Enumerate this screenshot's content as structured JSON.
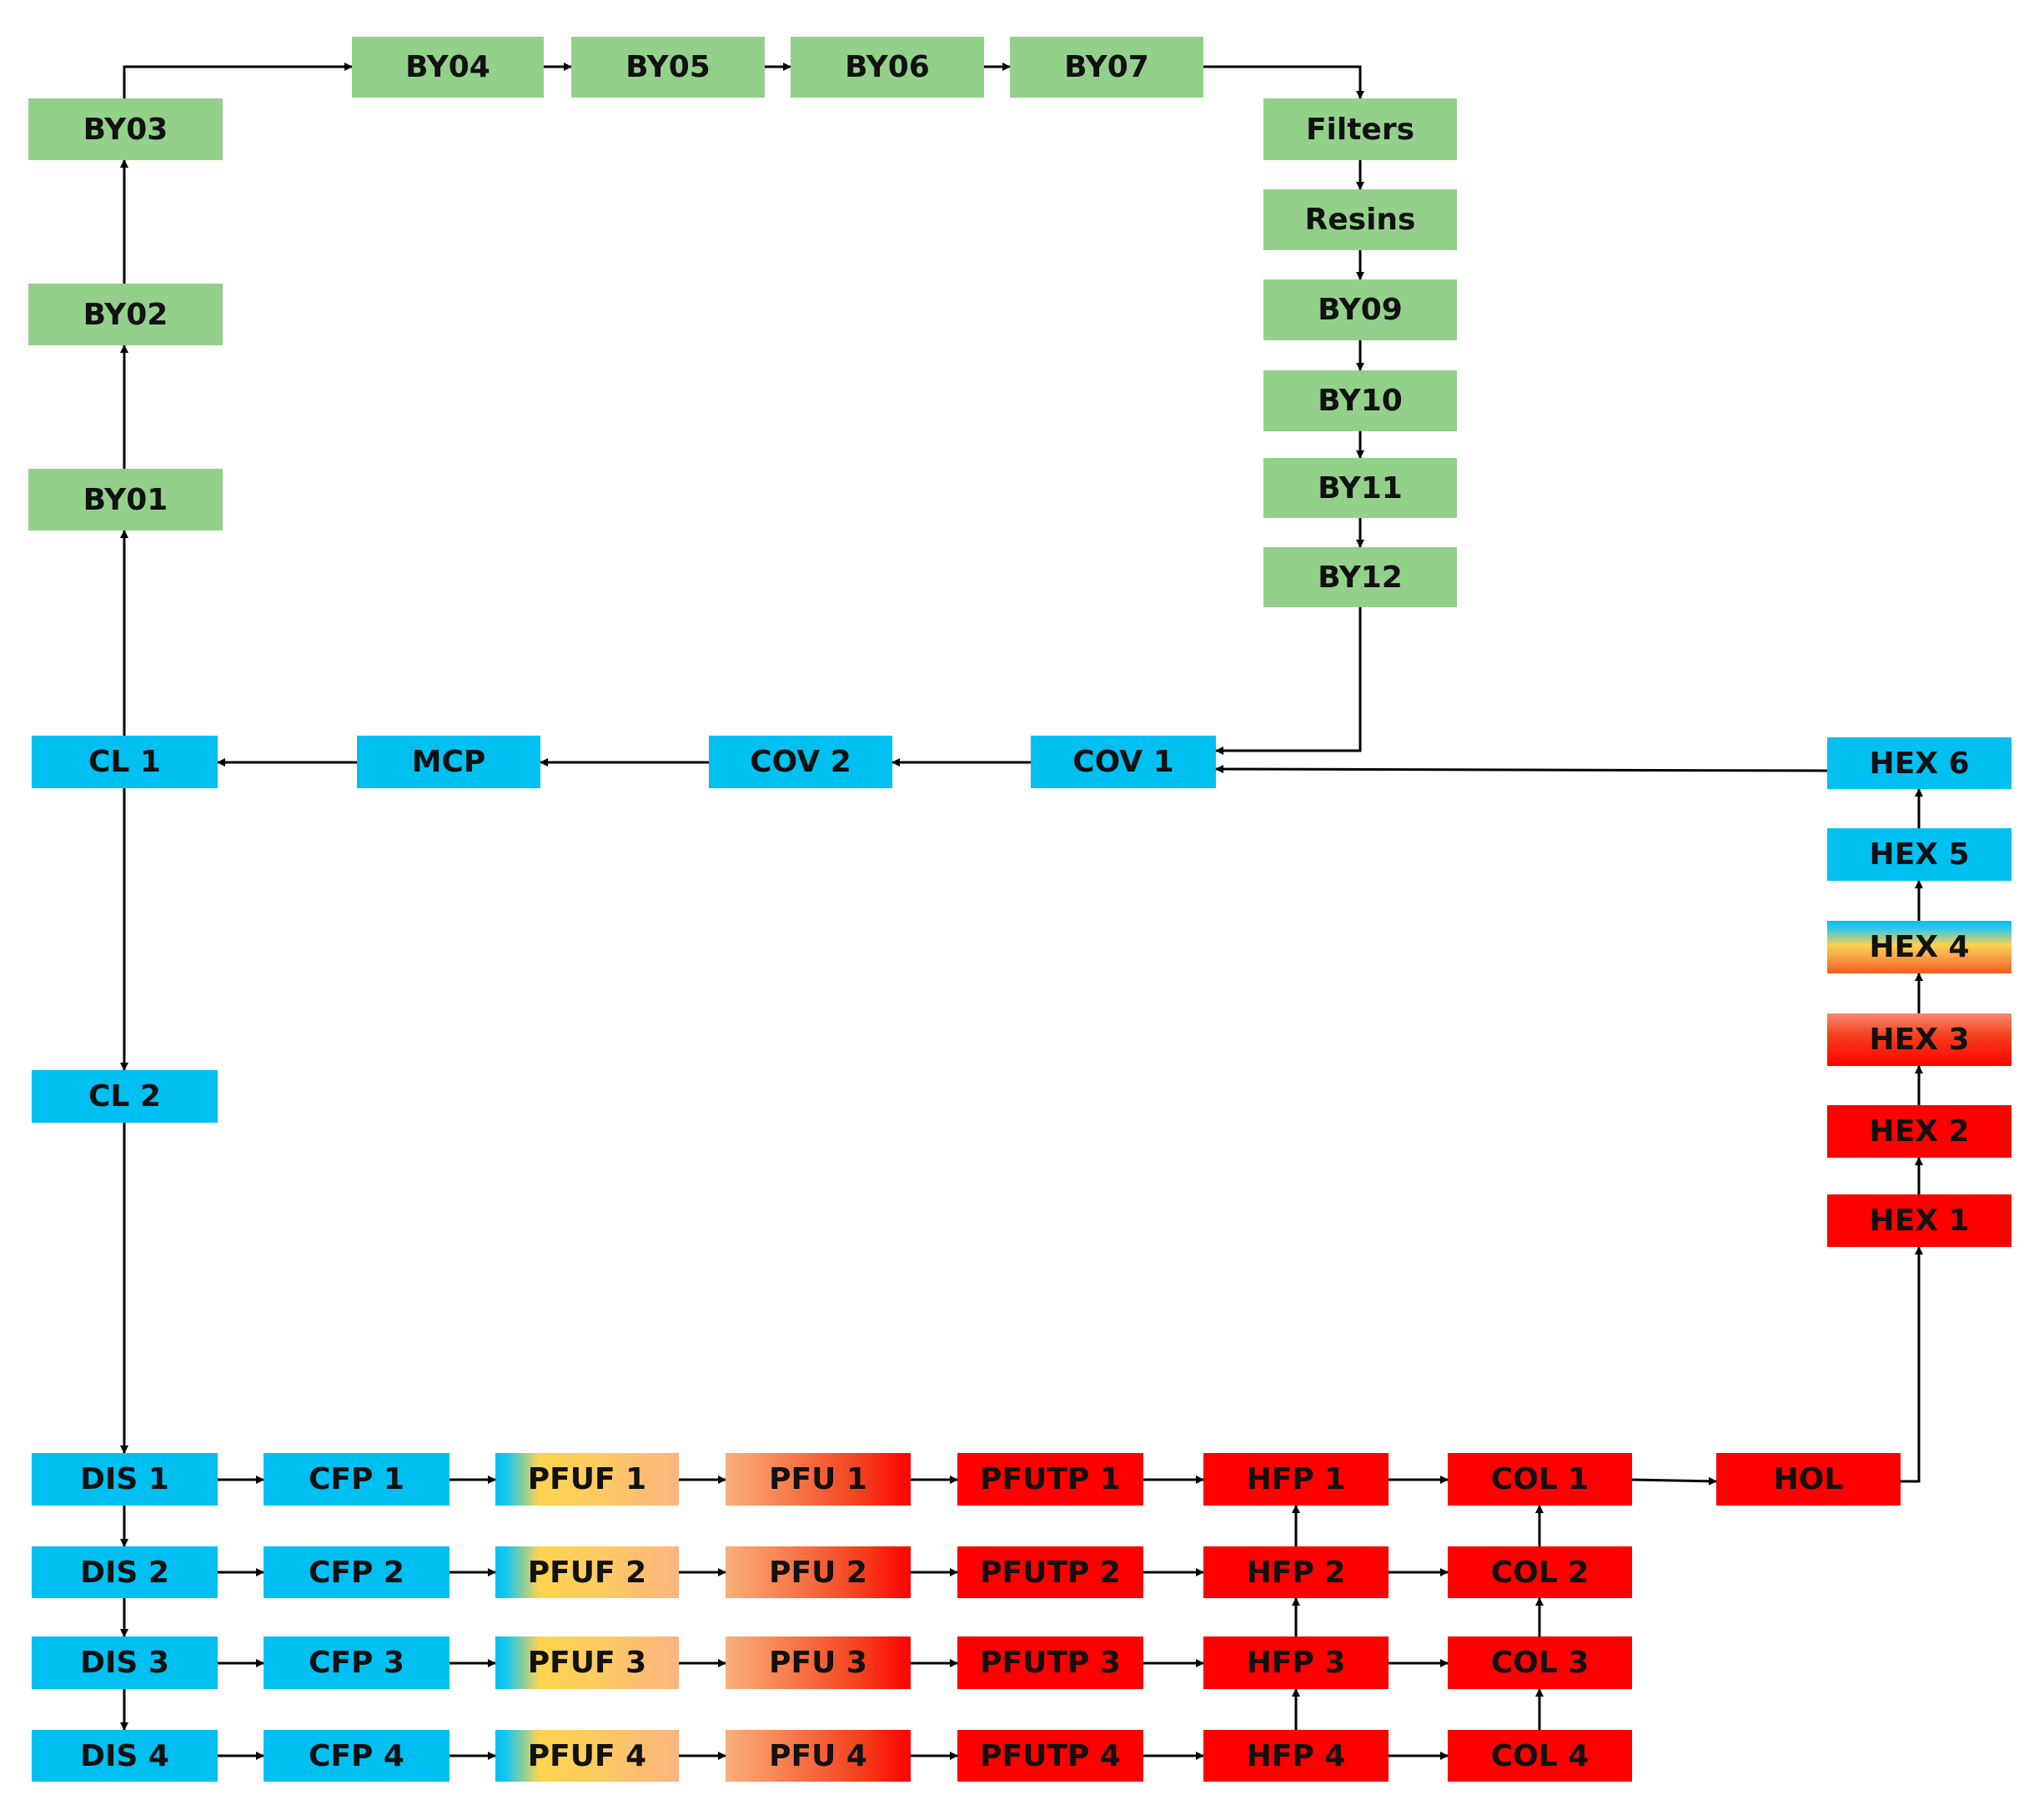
{
  "colors": {
    "green": "#93d18b",
    "blue": "#00c0f2",
    "red": "#ff0000",
    "arrow": "#000000"
  },
  "nodes": {
    "by01": "BY01",
    "by02": "BY02",
    "by03": "BY03",
    "by04": "BY04",
    "by05": "BY05",
    "by06": "BY06",
    "by07": "BY07",
    "filters": "Filters",
    "resins": "Resins",
    "by09": "BY09",
    "by10": "BY10",
    "by11": "BY11",
    "by12": "BY12",
    "cl1": "CL 1",
    "mcp": "MCP",
    "cov2": "COV 2",
    "cov1": "COV 1",
    "cl2": "CL 2",
    "hex6": "HEX 6",
    "hex5": "HEX 5",
    "hex4": "HEX 4",
    "hex3": "HEX 3",
    "hex2": "HEX 2",
    "hex1": "HEX 1",
    "dis1": "DIS 1",
    "dis2": "DIS 2",
    "dis3": "DIS 3",
    "dis4": "DIS 4",
    "cfp1": "CFP 1",
    "cfp2": "CFP 2",
    "cfp3": "CFP 3",
    "cfp4": "CFP 4",
    "pfuf1": "PFUF 1",
    "pfuf2": "PFUF 2",
    "pfuf3": "PFUF 3",
    "pfuf4": "PFUF 4",
    "pfu1": "PFU 1",
    "pfu2": "PFU 2",
    "pfu3": "PFU 3",
    "pfu4": "PFU 4",
    "pfutp1": "PFUTP 1",
    "pfutp2": "PFUTP 2",
    "pfutp3": "PFUTP 3",
    "pfutp4": "PFUTP 4",
    "hfp1": "HFP 1",
    "hfp2": "HFP 2",
    "hfp3": "HFP 3",
    "hfp4": "HFP 4",
    "col1": "COL 1",
    "col2": "COL 2",
    "col3": "COL 3",
    "col4": "COL 4",
    "hol": "HOL"
  },
  "edges": [
    [
      "cl1",
      "by01"
    ],
    [
      "by01",
      "by02"
    ],
    [
      "by02",
      "by03"
    ],
    [
      "by03",
      "by04"
    ],
    [
      "by04",
      "by05"
    ],
    [
      "by05",
      "by06"
    ],
    [
      "by06",
      "by07"
    ],
    [
      "by07",
      "filters"
    ],
    [
      "filters",
      "resins"
    ],
    [
      "resins",
      "by09"
    ],
    [
      "by09",
      "by10"
    ],
    [
      "by10",
      "by11"
    ],
    [
      "by11",
      "by12"
    ],
    [
      "by12",
      "cov1"
    ],
    [
      "hex6",
      "cov1"
    ],
    [
      "cov1",
      "cov2"
    ],
    [
      "cov2",
      "mcp"
    ],
    [
      "mcp",
      "cl1"
    ],
    [
      "cl1",
      "cl2"
    ],
    [
      "cl2",
      "dis1"
    ],
    [
      "dis1",
      "dis2"
    ],
    [
      "dis2",
      "dis3"
    ],
    [
      "dis3",
      "dis4"
    ],
    [
      "dis1",
      "cfp1"
    ],
    [
      "dis2",
      "cfp2"
    ],
    [
      "dis3",
      "cfp3"
    ],
    [
      "dis4",
      "cfp4"
    ],
    [
      "cfp1",
      "pfuf1"
    ],
    [
      "cfp2",
      "pfuf2"
    ],
    [
      "cfp3",
      "pfuf3"
    ],
    [
      "cfp4",
      "pfuf4"
    ],
    [
      "pfuf1",
      "pfu1"
    ],
    [
      "pfuf2",
      "pfu2"
    ],
    [
      "pfuf3",
      "pfu3"
    ],
    [
      "pfuf4",
      "pfu4"
    ],
    [
      "pfu1",
      "pfutp1"
    ],
    [
      "pfu2",
      "pfutp2"
    ],
    [
      "pfu3",
      "pfutp3"
    ],
    [
      "pfu4",
      "pfutp4"
    ],
    [
      "pfutp1",
      "hfp1"
    ],
    [
      "pfutp2",
      "hfp2"
    ],
    [
      "pfutp3",
      "hfp3"
    ],
    [
      "pfutp4",
      "hfp4"
    ],
    [
      "hfp4",
      "hfp3"
    ],
    [
      "hfp3",
      "hfp2"
    ],
    [
      "hfp2",
      "hfp1"
    ],
    [
      "hfp1",
      "col1"
    ],
    [
      "hfp2",
      "col2"
    ],
    [
      "hfp3",
      "col3"
    ],
    [
      "hfp4",
      "col4"
    ],
    [
      "col4",
      "col3"
    ],
    [
      "col3",
      "col2"
    ],
    [
      "col2",
      "col1"
    ],
    [
      "col1",
      "hol"
    ],
    [
      "hol",
      "hex1"
    ],
    [
      "hex1",
      "hex2"
    ],
    [
      "hex2",
      "hex3"
    ],
    [
      "hex3",
      "hex4"
    ],
    [
      "hex4",
      "hex5"
    ],
    [
      "hex5",
      "hex6"
    ]
  ]
}
